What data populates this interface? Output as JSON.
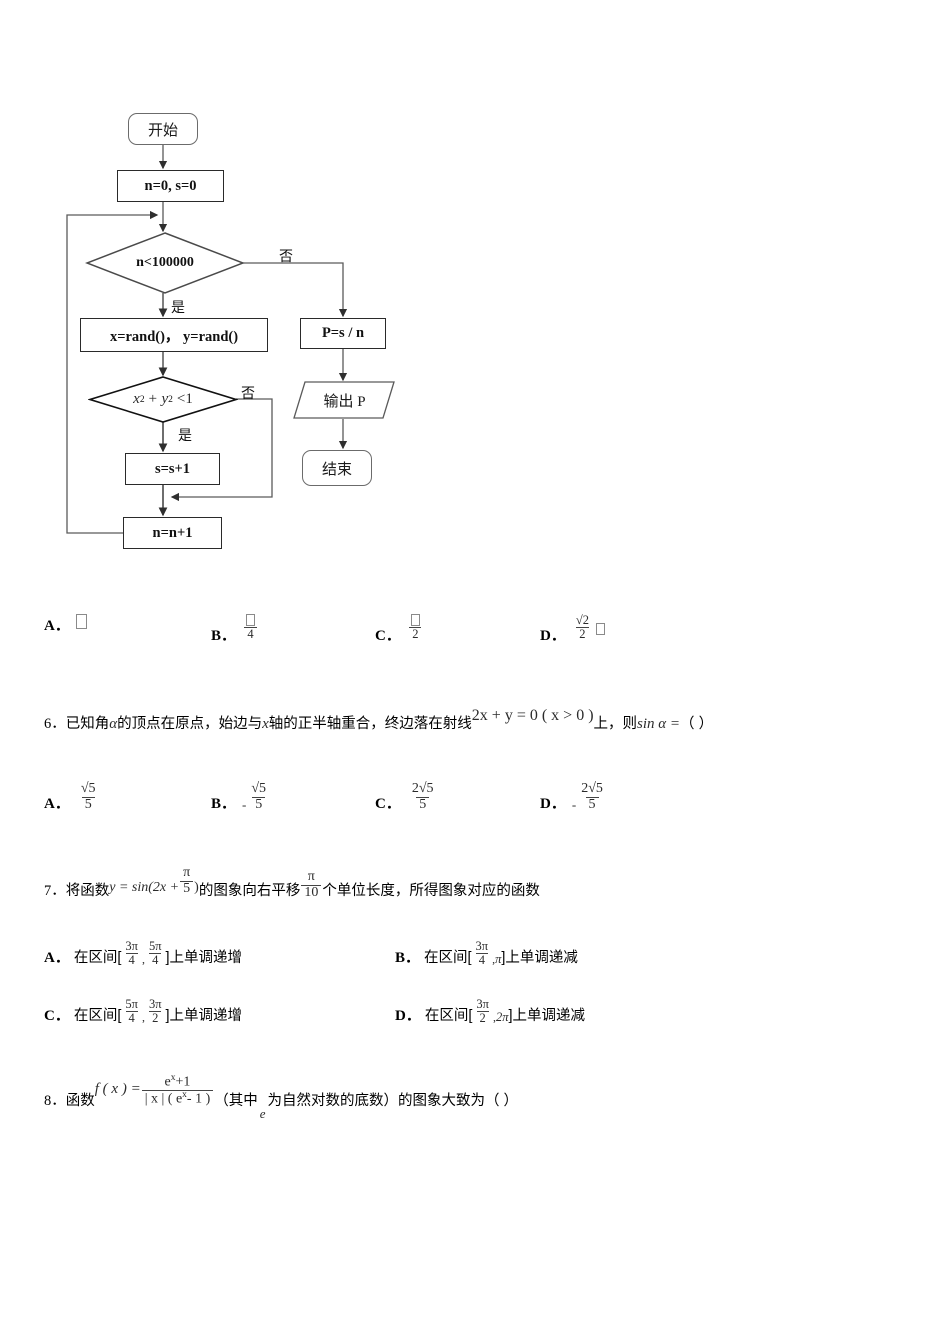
{
  "document": {
    "type": "math-exam-paper",
    "language": "zh-CN"
  },
  "flowchart": {
    "title": "",
    "nodes": {
      "start": "开始",
      "init": "n=0, s=0",
      "cond_loop": "n<100000",
      "rand": "x=rand()，  y=rand()",
      "cond_circle_prefix": "x",
      "cond_circle_mid": "+ y",
      "cond_circle_suffix": "<1",
      "exp2": "2",
      "inc_s": "s=s+1",
      "inc_n": "n=n+1",
      "compute_p": "P=s / n",
      "output_p": "输出 P",
      "end": "结束"
    },
    "branch_labels": {
      "yes": "是",
      "no": "否",
      "yes2": "是",
      "no2": "否"
    }
  },
  "q5_options": {
    "a": {
      "letter": "A．",
      "value_glyph": "missing-pi"
    },
    "b": {
      "letter": "B．",
      "numerator_glyph": "missing-pi",
      "denominator": "4"
    },
    "c": {
      "letter": "C．",
      "numerator_glyph": "missing-pi",
      "denominator": "2"
    },
    "d": {
      "letter": "D．",
      "numerator": "√2",
      "denominator": "2",
      "trailing_glyph": "missing-pi"
    }
  },
  "q6": {
    "number": "6．",
    "text_1": "已知角",
    "alpha_1": "α",
    "text_2": "的顶点在原点，始边与",
    "x_var": "x",
    "text_3": "轴的正半轴重合，终边落在射线",
    "formula": "2x + y = 0 ( x > 0 )",
    "text_4": "上，则",
    "sin_expr": "sin α =",
    "paren": "（   ）",
    "options": [
      {
        "letter": "A．",
        "sign": "",
        "numerator": "√5",
        "denominator": "5"
      },
      {
        "letter": "B．",
        "sign": "-",
        "numerator": "√5",
        "denominator": "5"
      },
      {
        "letter": "C．",
        "sign": "",
        "numerator": "2√5",
        "denominator": "5"
      },
      {
        "letter": "D．",
        "sign": "-",
        "numerator": "2√5",
        "denominator": "5"
      }
    ]
  },
  "q7": {
    "number": "7．",
    "text_1": "将函数",
    "formula_lhs": "y = sin(2x +",
    "formula_frac_num": "π",
    "formula_frac_den": "5",
    "formula_rhs": ")",
    "text_2": "的图象向右平移",
    "shift_num": "π",
    "shift_den": "10",
    "text_3": "个单位长度，所得图象对应的函数",
    "options": [
      {
        "letter": "A．",
        "prefix": "在区间[",
        "n1": "3π",
        "d1": "4",
        "sep": ",",
        "n2": "5π",
        "d2": "4",
        "suffix": "]上单调递增"
      },
      {
        "letter": "B．",
        "prefix": "在区间[",
        "n1": "3π",
        "d1": "4",
        "sep": ",",
        "plain2": "π",
        "suffix": "]上单调递减"
      },
      {
        "letter": "C．",
        "prefix": "在区间[",
        "n1": "5π",
        "d1": "4",
        "sep": ",",
        "n2": "3π",
        "d2": "2",
        "suffix": "]上单调递增"
      },
      {
        "letter": "D．",
        "prefix": "在区间[",
        "n1": "3π",
        "d1": "2",
        "sep": ",",
        "plain2": "2π",
        "suffix": "]上单调递减"
      }
    ]
  },
  "q8": {
    "number": "8．",
    "text_1": "函数",
    "fx": "f ( x ) =",
    "numerator": "e",
    "numerator_sup": "x",
    "numerator_tail": "+1",
    "denominator": "| x | ( e",
    "denominator_sup": "x",
    "denominator_tail": "- 1 )",
    "text_2": "（其中",
    "e_symbol": "e",
    "text_3": "为自然对数的底数）的图象大致为（   ）"
  }
}
